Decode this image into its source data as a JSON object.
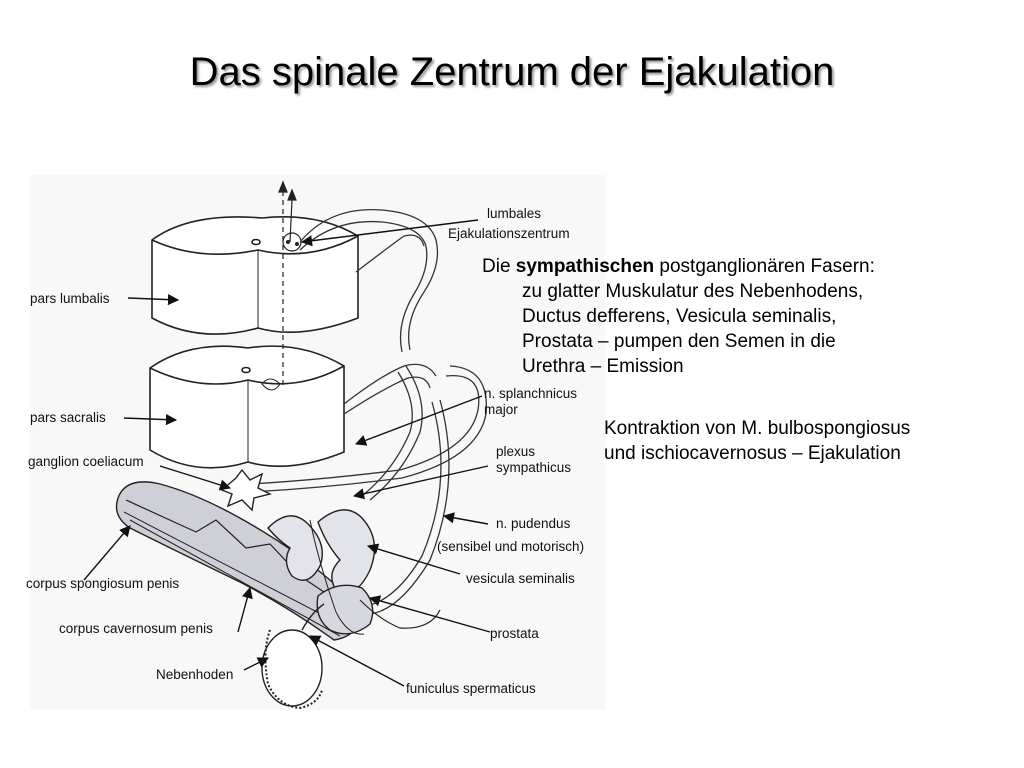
{
  "title": "Das spinale Zentrum der Ejakulation",
  "diagram": {
    "labels": {
      "lumbales": "lumbales",
      "ejakulationszentrum": "Ejakulationszentrum",
      "pars_lumbalis": "pars lumbalis",
      "pars_sacralis": "pars sacralis",
      "n_splanchnicus": "n. splanchnicus",
      "major": "major",
      "plexus": "plexus",
      "sympathicus": "sympathicus",
      "ganglion_coeliacum": "ganglion coeliacum",
      "n_pudendus": "n. pudendus",
      "sensibel_motorisch": "(sensibel und motorisch)",
      "vesicula_seminalis": "vesicula seminalis",
      "corpus_spongiosum": "corpus spongiosum penis",
      "corpus_cavernosum": "corpus cavernosum penis",
      "prostata": "prostata",
      "nebenhoden": "Nebenhoden",
      "funiculus": "funiculus spermaticus"
    }
  },
  "text_sympathetic": {
    "prefix": "Die ",
    "bold": "sympathischen",
    "suffix": " postganglionären Fasern:",
    "lines": [
      "zu glatter Muskulatur des Nebenhodens,",
      "Ductus defferens, Vesicula seminalis,",
      "Prostata – pumpen den Semen in die",
      "Urethra – Emission"
    ]
  },
  "text_contraction": {
    "lines": [
      "Kontraktion von M. bulbospongiosus",
      "und ischiocavernosus – Ejakulation"
    ]
  }
}
